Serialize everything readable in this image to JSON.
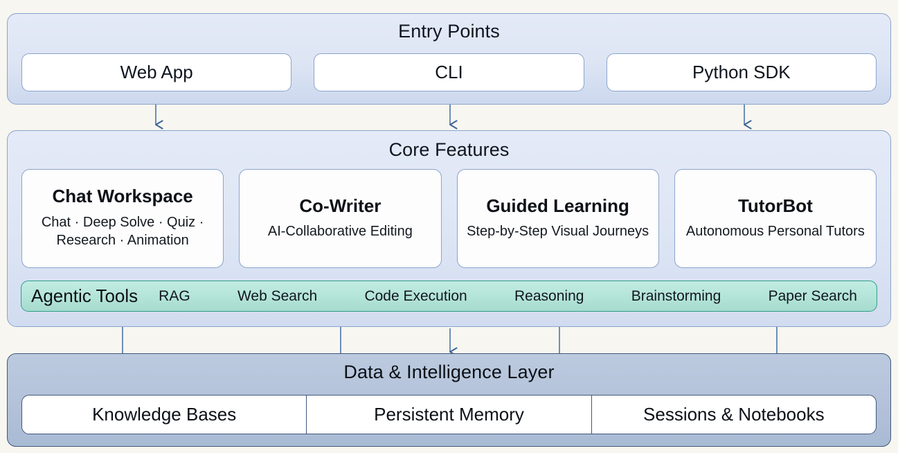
{
  "entry": {
    "title": "Entry Points",
    "items": [
      {
        "label": "Web App"
      },
      {
        "label": "CLI"
      },
      {
        "label": "Python SDK"
      }
    ]
  },
  "core": {
    "title": "Core Features",
    "cards": [
      {
        "title": "Chat Workspace",
        "desc": "Chat · Deep Solve · Quiz · Research · Animation"
      },
      {
        "title": "Co-Writer",
        "desc": "AI-Collaborative Editing"
      },
      {
        "title": "Guided Learning",
        "desc": "Step-by-Step Visual Journeys"
      },
      {
        "title": "TutorBot",
        "desc": "Autonomous Personal Tutors"
      }
    ]
  },
  "agentic": {
    "label": "Agentic Tools",
    "tools": [
      {
        "label": "RAG"
      },
      {
        "label": "Web Search"
      },
      {
        "label": "Code Execution"
      },
      {
        "label": "Reasoning"
      },
      {
        "label": "Brainstorming"
      },
      {
        "label": "Paper Search"
      }
    ]
  },
  "data_layer": {
    "title": "Data & Intelligence Layer",
    "items": [
      {
        "label": "Knowledge Bases"
      },
      {
        "label": "Persistent Memory"
      },
      {
        "label": "Sessions & Notebooks"
      }
    ]
  },
  "colors": {
    "canvas": "#f7f6f0",
    "panel_blue": "#dde5f4",
    "panel_border": "#8ba4cc",
    "agentic_mint": "#b3e4d8",
    "agentic_border": "#2f9e87",
    "data_slate": "#b4c3da",
    "data_border": "#40577a",
    "connector": "#4a74ad"
  }
}
